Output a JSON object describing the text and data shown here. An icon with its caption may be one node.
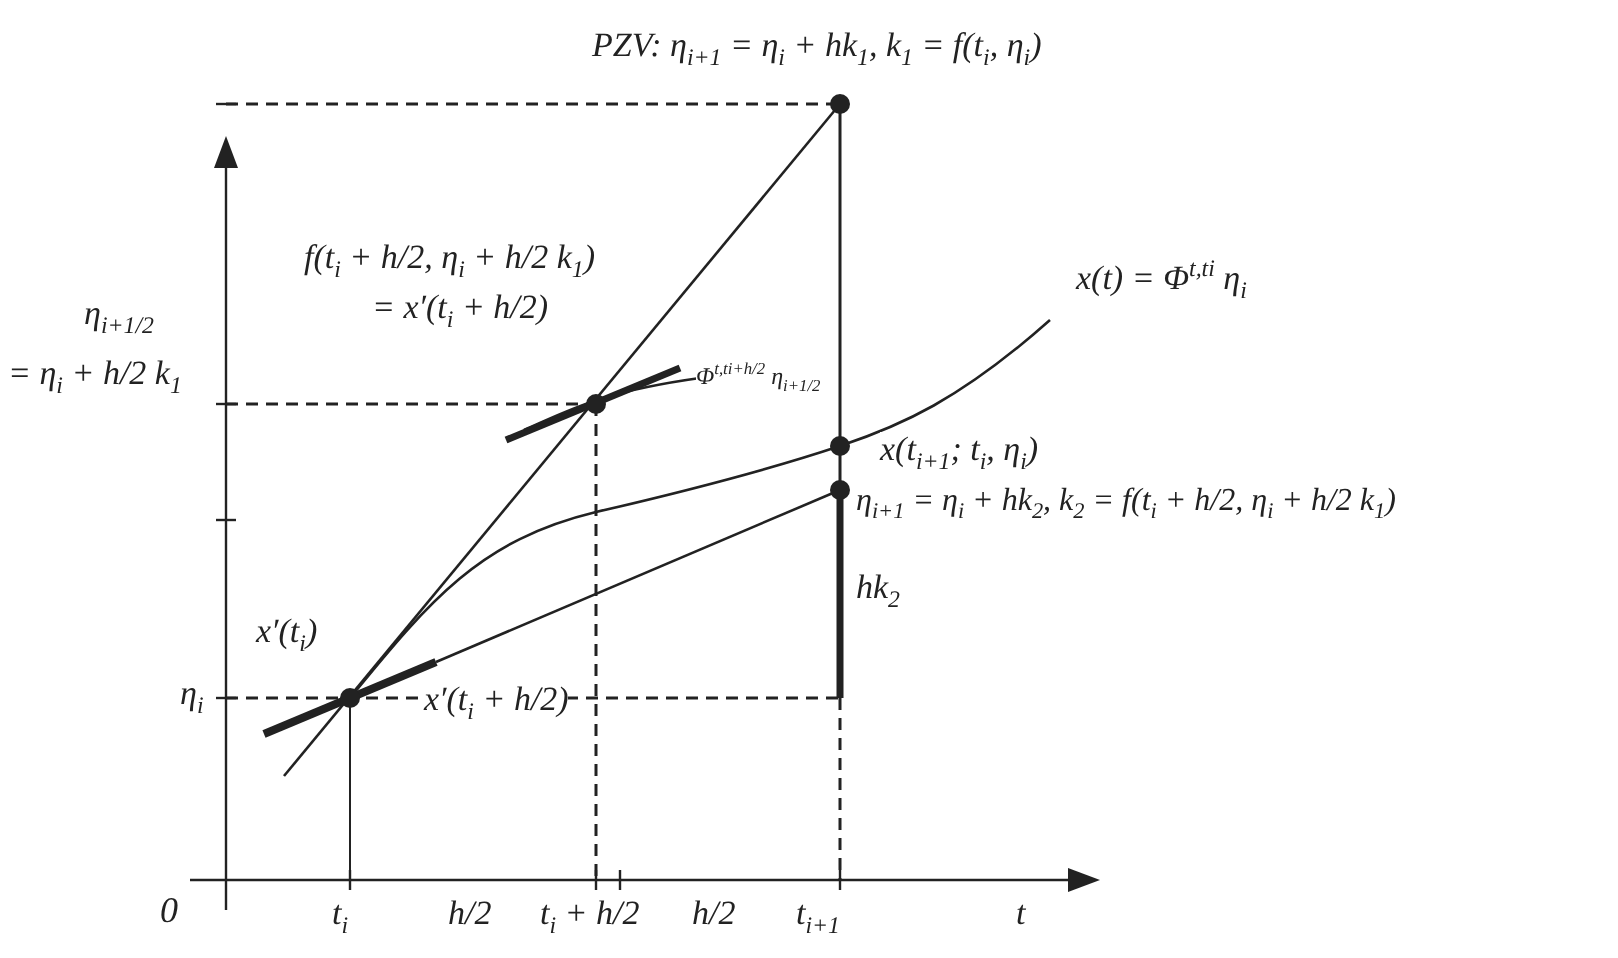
{
  "diagram": {
    "labels": [
      "PZV: η$_{i+1}$ = η$_{i}$ + hk$_{1}$,  k$_{1}$ = f(t$_{i}$, η$_{i}$)",
      "f(t$_{i}$ + h/2, η$_{i}$ + h/2 k$_{1}$)",
      "η$_{i+1/2}$",
      "= x′(t$_{i}$ + h/2)",
      "= η$_{i}$ + h/2 k$_{1}$",
      "x(t) = Φ$^{t,ti}$ η$_{i}$",
      "Φ$^{t,ti+h/2}$ η$_{i+1/2}$",
      "x(t$_{i+1}$; t$_{i}$, η$_{i}$)",
      "η$_{i+1}$ = η$_{i}$ + hk$_{2}$,  k$_{2}$ = f(t$_{i}$ + h/2, η$_{i}$ + h/2 k$_{1}$)",
      "hk$_{2}$",
      "x′(t$_{i}$)",
      "η$_{i}$",
      "x′(t$_{i}$ + h/2)",
      "0",
      "t$_{i}$",
      "h/2",
      "t$_{i}$ + h/2",
      "h/2",
      "t$_{i+1}$",
      "t"
    ]
  }
}
